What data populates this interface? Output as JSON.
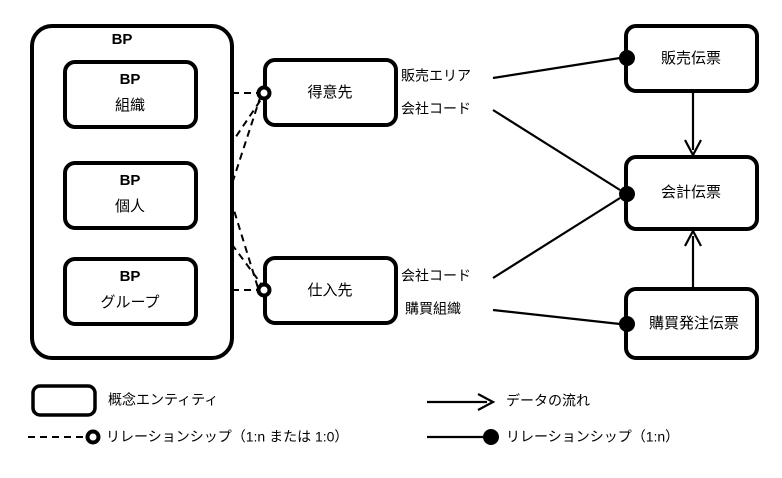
{
  "diagram": {
    "title_container": "BP",
    "entities": {
      "bp_container": {
        "label": "BP"
      },
      "bp_org": {
        "line1": "BP",
        "line2": "組織"
      },
      "bp_person": {
        "line1": "BP",
        "line2": "個人"
      },
      "bp_group": {
        "line1": "BP",
        "line2": "グループ"
      },
      "customer": {
        "label": "得意先"
      },
      "supplier": {
        "label": "仕入先"
      },
      "sales_slip": {
        "label": "販売伝票"
      },
      "accounting_slip": {
        "label": "会計伝票"
      },
      "purchase_order_slip": {
        "label": "購買発注伝票"
      }
    },
    "attributes": {
      "sales_area": "販売エリア",
      "company_code_top": "会社コード",
      "company_code_bottom": "会社コード",
      "purchasing_org": "購買組織"
    }
  },
  "legend": {
    "entity": "概念エンティティ",
    "relationship_1n_or_10": "リレーションシップ（1:n または 1:0）",
    "data_flow": "データの流れ",
    "relationship_1n": "リレーションシップ（1:n）"
  },
  "colors": {
    "stroke": "#000000",
    "fill": "#ffffff"
  }
}
